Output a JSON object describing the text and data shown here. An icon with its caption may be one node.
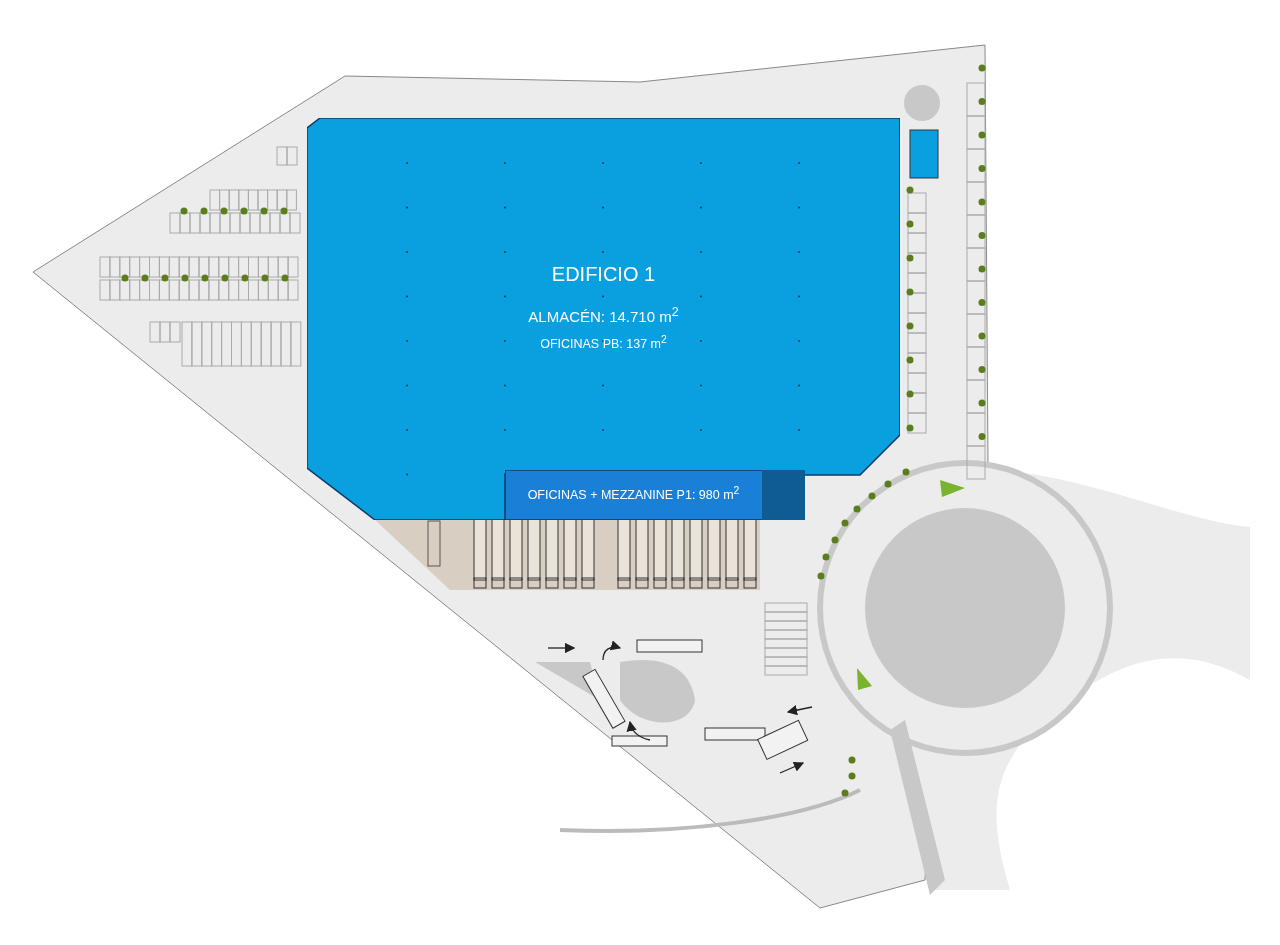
{
  "diagram": {
    "nodes": [
      {
        "text": [
          "EDIFICIO 1",
          "ALMACÉN: 14.710 m$^{2}$",
          "OFICINAS PB: 137 m$^{2}$"
        ]
      },
      {
        "text": [
          "OFICINAS + MEZZANINE P1: 980 m$^{2}$"
        ]
      }
    ]
  }
}
